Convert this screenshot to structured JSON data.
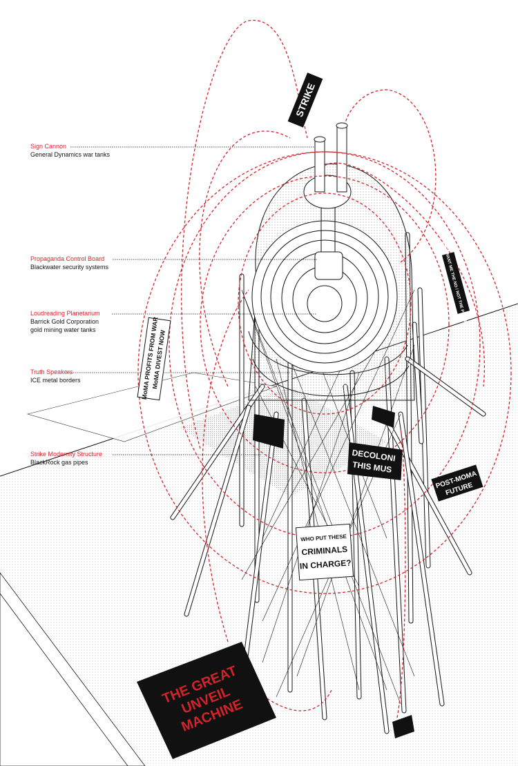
{
  "callouts": [
    {
      "title": "Sign Cannon",
      "lines": [
        "General Dynamics war tanks"
      ]
    },
    {
      "title": "Propaganda Control Board",
      "lines": [
        "Blackwater security systems"
      ]
    },
    {
      "title": "Loudreading Planetarium",
      "lines": [
        "Barrick Gold Corporation",
        "gold mining water tanks"
      ]
    },
    {
      "title": "Truth Speakers",
      "lines": [
        "ICE metal borders"
      ]
    },
    {
      "title": "Strike Modernity Structure",
      "lines": [
        "BlackRock gas pipes"
      ]
    }
  ],
  "signs": {
    "strike": "STRIKE",
    "they_want": "THEY WANT ME THE NO / NOT THE PEOPLE",
    "moma_line1": "MoMA PROFITS FROM WAR",
    "moma_line2": "MoMA DIVEST NOW",
    "decolonize_line1": "DECOLONI",
    "decolonize_line2": "THIS MUS",
    "post_moma_line1": "POST-MOMA",
    "post_moma_line2": "FUTURE",
    "criminals_line1": "WHO PUT THESE",
    "criminals_line2": "CRIMINALS",
    "criminals_line3": "IN CHARGE?",
    "great_line1": "THE GREAT",
    "great_line2": "UNVEIL",
    "great_line3": "MACHINE"
  },
  "colors": {
    "accent_red": "#d2232a",
    "ink": "#111111",
    "paper": "#ffffff",
    "halftone": "#bdbdbd"
  }
}
